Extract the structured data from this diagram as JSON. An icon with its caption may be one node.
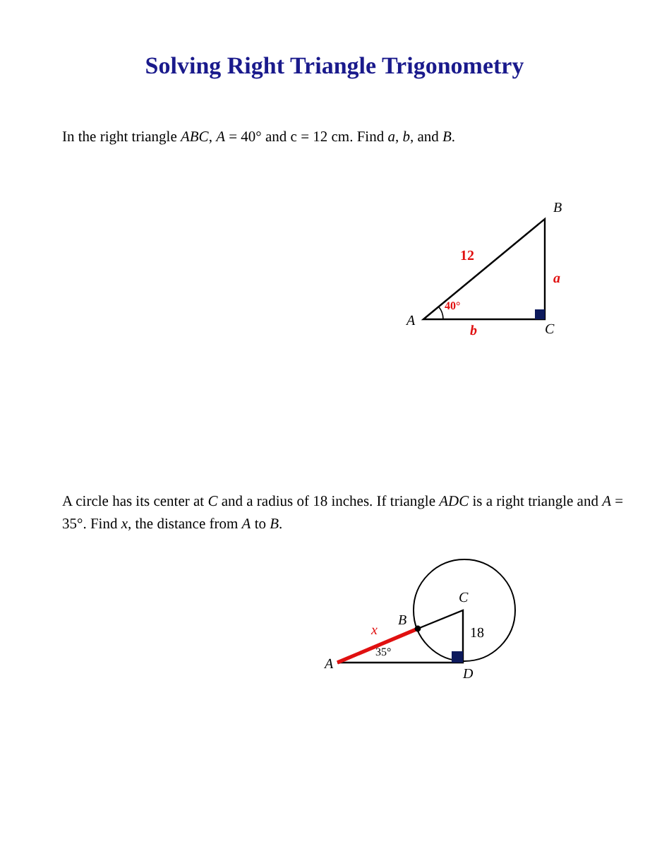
{
  "diagram": {
    "title": "Solving Right Triangle Trigonometry",
    "labels": [
      "In the right triangle *ABC*, *A* = 40° and c = 12 cm. Find *a*, *b*, and *B*.",
      "B",
      "12",
      "a",
      "40°",
      "A",
      "b",
      "C",
      "A circle has its center at *C* and a radius of 18 inches. If triangle *ADC* is a right triangle and *A* = 35°. Find *x*, the distance from *A* to *B*.",
      "C",
      "B",
      "x",
      "18",
      "A",
      "35°",
      "D"
    ]
  }
}
